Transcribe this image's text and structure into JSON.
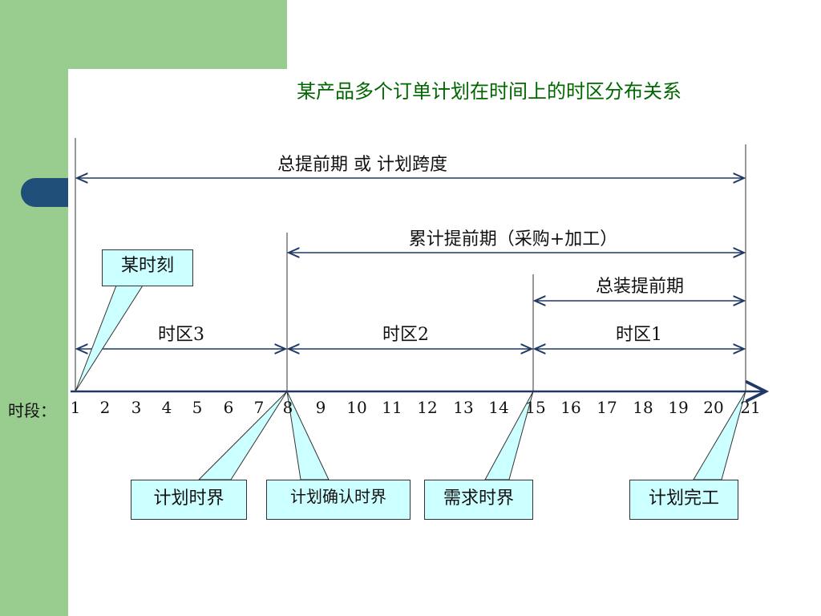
{
  "slide": {
    "title": "某产品多个订单计划在时间上的时区分布关系"
  },
  "spans": {
    "total_lead": "总提前期 或 计划跨度",
    "cumulative_lead": "累计提前期（采购+加工）",
    "assembly_lead": "总装提前期",
    "zone3": "时区3",
    "zone2": "时区2",
    "zone1": "时区1"
  },
  "callouts": {
    "moment": "某时刻",
    "plan_fence": "计划时界",
    "plan_confirm_fence": "计划确认时界",
    "demand_fence": "需求时界",
    "plan_complete": "计划完工"
  },
  "timeline": {
    "prefix": "时段：",
    "ticks": [
      "1",
      "2",
      "3",
      "4",
      "5",
      "6",
      "7",
      "8",
      "9",
      "10",
      "11",
      "12",
      "13",
      "14",
      "15",
      "16",
      "17",
      "18",
      "19",
      "20",
      "21"
    ]
  },
  "colors": {
    "title": "#006600",
    "green_panel": "#99cc8f",
    "tab": "#1f4e79",
    "axis": "#1f3864",
    "callout_fill": "#ccffff"
  }
}
